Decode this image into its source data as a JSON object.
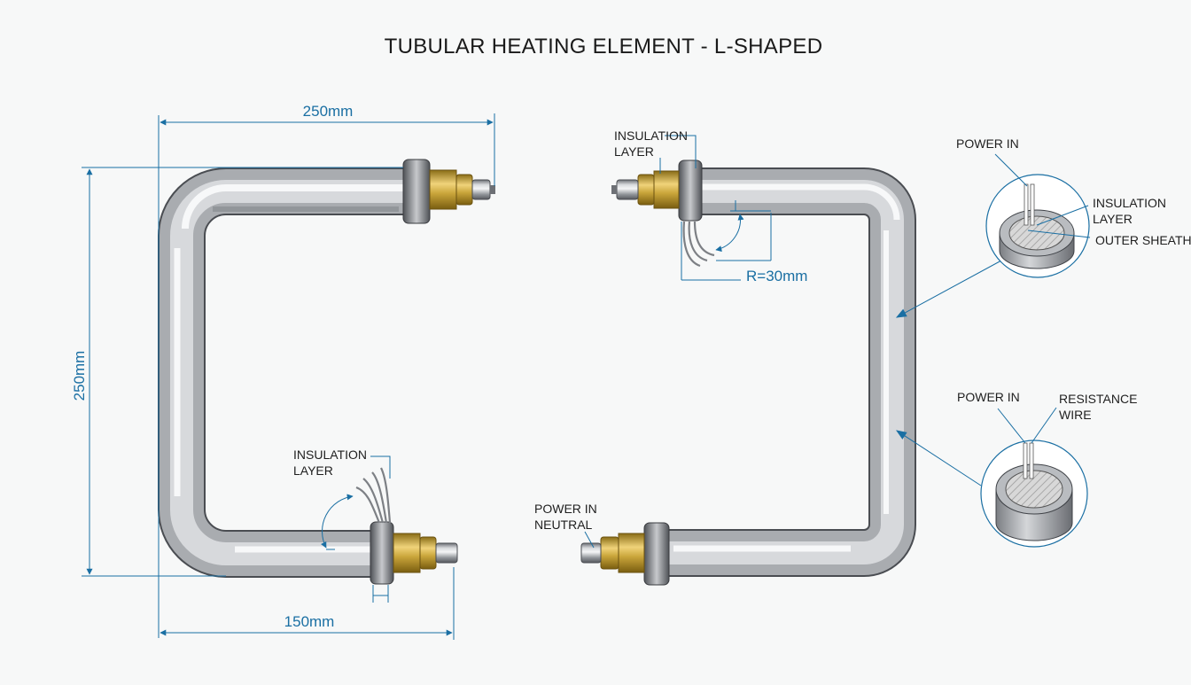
{
  "title": "TUBULAR HEATING ELEMENT - L-SHAPED",
  "colors": {
    "dimension": "#1a6fa3",
    "tube": "#a6a9ad",
    "brass": "#c9a53a",
    "text": "#1f1f1f"
  },
  "dimensions": {
    "top_width": "250mm",
    "height": "250mm",
    "bottom_width": "150mm",
    "bend_radius": "R=30mm"
  },
  "labels": {
    "insulation_left": [
      "INSULATION",
      "LAYER"
    ],
    "insulation_right": [
      "INSULATION",
      "LAYER"
    ],
    "power_in_neutral": [
      "POWER IN",
      "NEUTRAL"
    ]
  },
  "detail_top": {
    "power_in": "POWER IN",
    "insulation": [
      "INSULATION",
      "LAYER"
    ],
    "outer_sheath": "OUTER SHEATH"
  },
  "detail_bottom": {
    "power_in": "POWER IN",
    "resistance": [
      "RESISTANCE",
      "WIRE"
    ]
  }
}
